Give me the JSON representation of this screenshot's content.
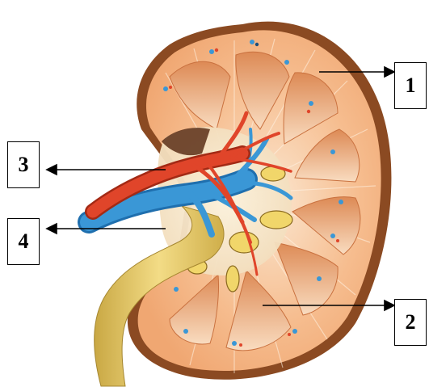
{
  "labels": {
    "one": "1",
    "two": "2",
    "three": "3",
    "four": "4"
  },
  "colors": {
    "cortex": "#f5b487",
    "capsule": "#8b4a22",
    "pyramid": "#e79a67",
    "artery": "#e0452a",
    "vein": "#3a97d6",
    "ureter": "#e5c46a",
    "fat": "#f1d66a"
  }
}
